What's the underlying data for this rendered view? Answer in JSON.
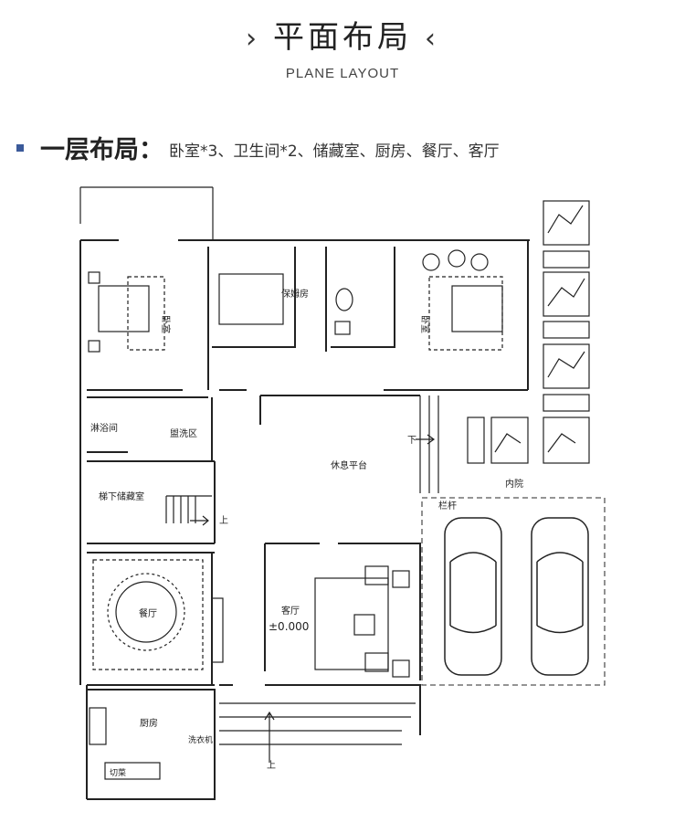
{
  "header": {
    "title": "平面布局",
    "left_chevron": "›",
    "right_chevron": "‹",
    "subtitle": "PLANE LAYOUT"
  },
  "section": {
    "heading": "一层布局：",
    "rooms": "卧室*3、卫生间*2、储藏室、厨房、餐厅、客厅"
  },
  "plan": {
    "labels": {
      "bedroom_left": "卧室",
      "bedroom_mid": "保姆房",
      "bedroom_right": "卧室",
      "shower": "淋浴间",
      "wash": "盥洗区",
      "terrace": "休息平台",
      "courtyard": "内院",
      "railing": "栏杆",
      "storage": "梯下储藏室",
      "dining": "餐厅",
      "living": "客厅",
      "elevation": "±0.000",
      "kitchen": "厨房",
      "laundry": "洗衣机",
      "cutting": "切菜",
      "down": "下",
      "up_stairs": "上",
      "up_entry": "上"
    },
    "colors": {
      "line": "#222222",
      "dash": "#555555"
    }
  }
}
